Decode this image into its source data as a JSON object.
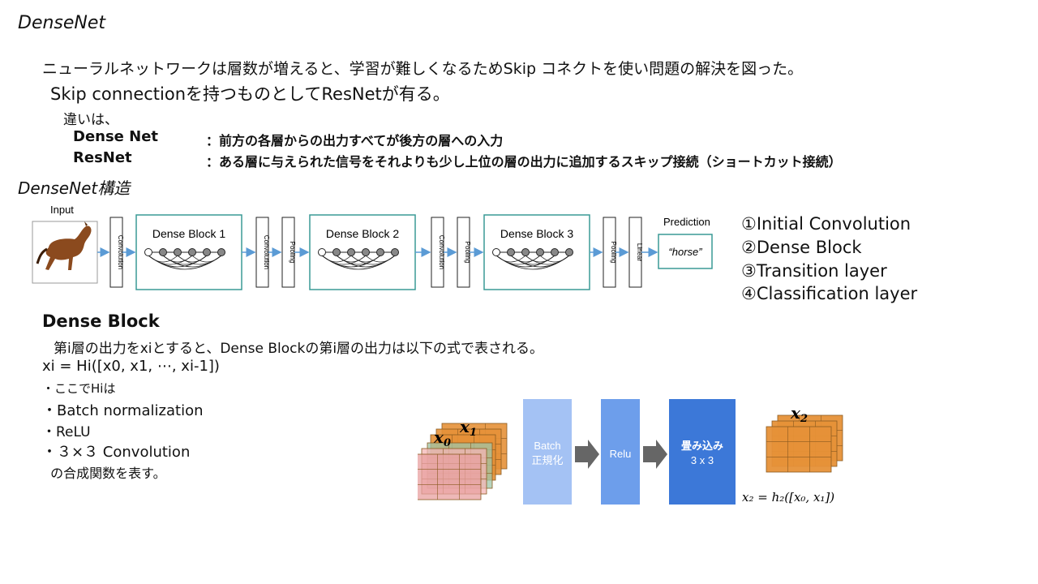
{
  "title": "DenseNet",
  "intro_line1": "ニューラルネットワークは層数が増えると、学習が難しくなるためSkip コネクトを使い問題の解決を図った。",
  "intro_line2": "Skip connectionを持つものとしてResNetが有る。",
  "difference_label": "違いは、",
  "dense_net_label": "Dense Net",
  "dense_net_desc": "：前方の各層からの出力すべてが後方の層への入力",
  "resnet_label": "ResNet",
  "resnet_desc": "：ある層に与えられた信号をそれよりも少し上位の層の出力に追加するスキップ接続（ショートカット接続）",
  "structure_title": "DenseNet構造",
  "architecture": {
    "input_label": "Input",
    "prediction_label": "Prediction",
    "prediction_value": "“horse”",
    "layers": {
      "convolution": "Convolution",
      "pooling": "Pooling",
      "linear": "Linear"
    },
    "blocks": [
      "Dense Block 1",
      "Dense Block 2",
      "Dense Block 3"
    ]
  },
  "legend": [
    "①Initial Convolution",
    "②Dense Block",
    "③Transition layer",
    "④Classification layer"
  ],
  "dense_block": {
    "heading": "Dense Block",
    "description": "第i層の出力をxiとすると、Dense  Blockの第i層の出力は以下の式で表される。",
    "formula": "xi = Hi([x0, x1, ⋯, xi-1])",
    "bullets": [
      "・ここでHiは",
      "・Batch normalization",
      "・ReLU",
      "・３×３  Convolution",
      "  の合成関数を表す。"
    ]
  },
  "flow": {
    "x0": "x",
    "x0_sub": "0",
    "x1": "x",
    "x1_sub": "1",
    "x2": "x",
    "x2_sub": "2",
    "batch_line1": "Batch",
    "batch_line2": "正規化",
    "relu": "Relu",
    "conv_line1": "畳み込み",
    "conv_line2": "3 x 3",
    "equation": "x₂ = h₂([x₀, x₁])"
  },
  "colors": {
    "block_border": "#3a9a96",
    "arrow": "#5b9bd5",
    "batch": "#a4c2f4",
    "relu": "#6d9eeb",
    "conv": "#3c78d8",
    "orange": "#e69138",
    "grid_arrow": "#666666"
  }
}
